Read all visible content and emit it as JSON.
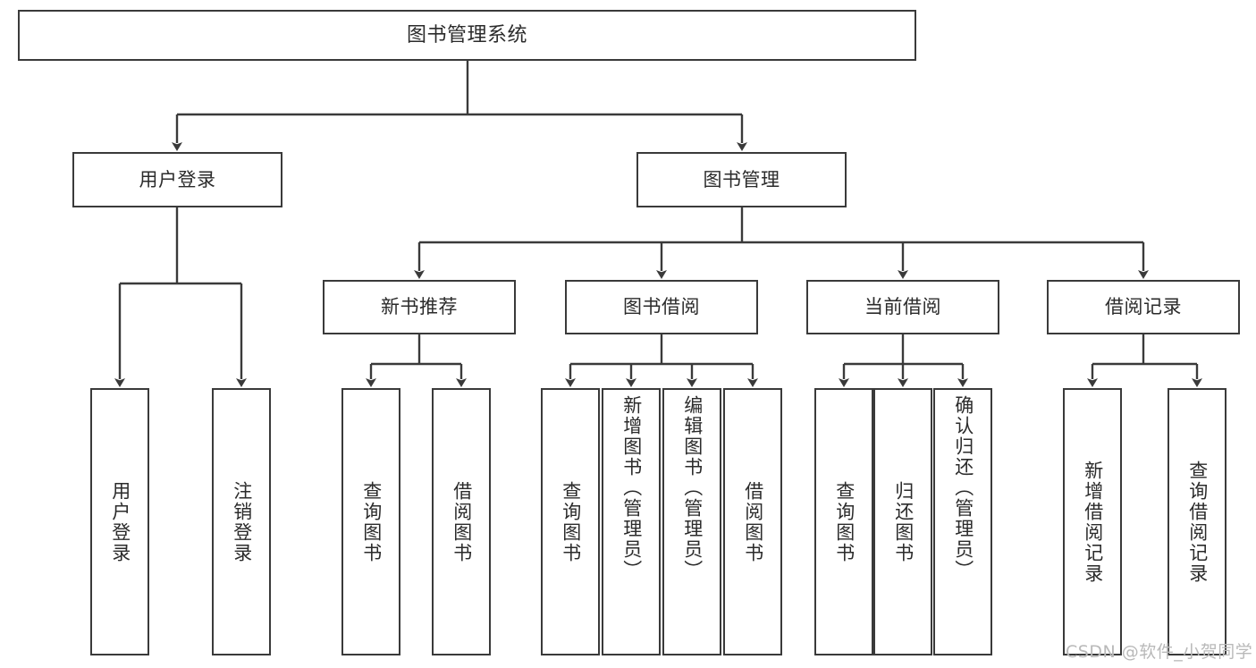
{
  "diagram": {
    "title": "图书管理系统",
    "type": "hierarchy-tree",
    "root": {
      "label": "图书管理系统"
    },
    "level2": [
      {
        "label": "用户登录"
      },
      {
        "label": "图书管理"
      }
    ],
    "level3": [
      {
        "label": "新书推荐",
        "parent": "图书管理"
      },
      {
        "label": "图书借阅",
        "parent": "图书管理"
      },
      {
        "label": "当前借阅",
        "parent": "图书管理"
      },
      {
        "label": "借阅记录",
        "parent": "图书管理"
      }
    ],
    "leaves": {
      "user_login": [
        {
          "label": "用户登录"
        },
        {
          "label": "注销登录"
        }
      ],
      "new_book_recommend": [
        {
          "label": "查询图书"
        },
        {
          "label": "借阅图书"
        }
      ],
      "book_borrow": [
        {
          "label": "查询图书"
        },
        {
          "label": "新增图书（管理员）"
        },
        {
          "label": "编辑图书（管理员）"
        },
        {
          "label": "借阅图书"
        }
      ],
      "current_borrow": [
        {
          "label": "查询图书"
        },
        {
          "label": "归还图书"
        },
        {
          "label": "确认归还（管理员）"
        }
      ],
      "borrow_record": [
        {
          "label": "新增借阅记录"
        },
        {
          "label": "查询借阅记录"
        }
      ]
    }
  },
  "watermark": {
    "text": "CSDN @软件_小贺同学"
  },
  "colors": {
    "stroke": "#3a3a3a",
    "box_fill": "#ffffff",
    "text": "#2b2b2b",
    "watermark": "#b9b9b9"
  }
}
